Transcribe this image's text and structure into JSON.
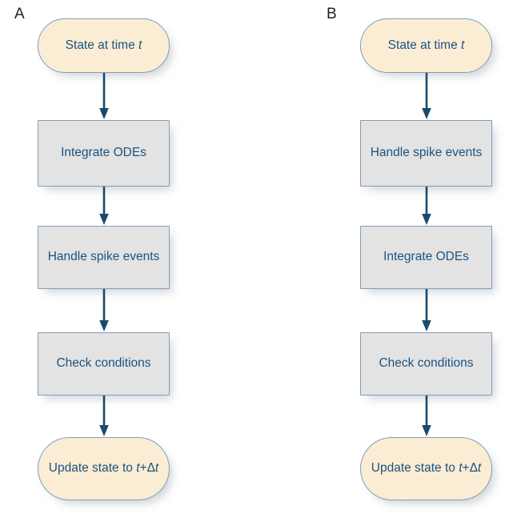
{
  "figure": {
    "type": "flowchart",
    "description": "Two side-by-side vertical flowcharts comparing simulation loop orderings",
    "background_color": "#ffffff",
    "colors": {
      "terminal_fill": "#fbedd4",
      "process_fill": "#e3e3e3",
      "node_border": "#7e9fbb",
      "node_text": "#1b5382",
      "arrow": "#1b4a6b",
      "panel_label_text": "#231f20"
    }
  },
  "panels": [
    {
      "label": "A",
      "nodes": [
        {
          "id": "a1",
          "shape": "terminal",
          "text_html": "State at time <i>t</i>",
          "text_plain": "State at time t"
        },
        {
          "id": "a2",
          "shape": "process",
          "text_html": "Integrate ODEs",
          "text_plain": "Integrate ODEs"
        },
        {
          "id": "a3",
          "shape": "process",
          "text_html": "Handle spike events",
          "text_plain": "Handle spike events"
        },
        {
          "id": "a4",
          "shape": "process",
          "text_html": "Check conditions",
          "text_plain": "Check conditions"
        },
        {
          "id": "a5",
          "shape": "terminal",
          "text_html": "Update state to <i>t</i>+Δ<i>t</i>",
          "text_plain": "Update state to t+Δt"
        }
      ],
      "edges": [
        {
          "from": "a1",
          "to": "a2"
        },
        {
          "from": "a2",
          "to": "a3"
        },
        {
          "from": "a3",
          "to": "a4"
        },
        {
          "from": "a4",
          "to": "a5"
        }
      ]
    },
    {
      "label": "B",
      "nodes": [
        {
          "id": "b1",
          "shape": "terminal",
          "text_html": "State at time <i>t</i>",
          "text_plain": "State at time t"
        },
        {
          "id": "b2",
          "shape": "process",
          "text_html": "Handle spike events",
          "text_plain": "Handle spike events"
        },
        {
          "id": "b3",
          "shape": "process",
          "text_html": "Integrate ODEs",
          "text_plain": "Integrate ODEs"
        },
        {
          "id": "b4",
          "shape": "process",
          "text_html": "Check conditions",
          "text_plain": "Check conditions"
        },
        {
          "id": "b5",
          "shape": "terminal",
          "text_html": "Update state to <i>t</i>+Δ<i>t</i>",
          "text_plain": "Update state to t+Δt"
        }
      ],
      "edges": [
        {
          "from": "b1",
          "to": "b2"
        },
        {
          "from": "b2",
          "to": "b3"
        },
        {
          "from": "b3",
          "to": "b4"
        },
        {
          "from": "b4",
          "to": "b5"
        }
      ]
    }
  ]
}
